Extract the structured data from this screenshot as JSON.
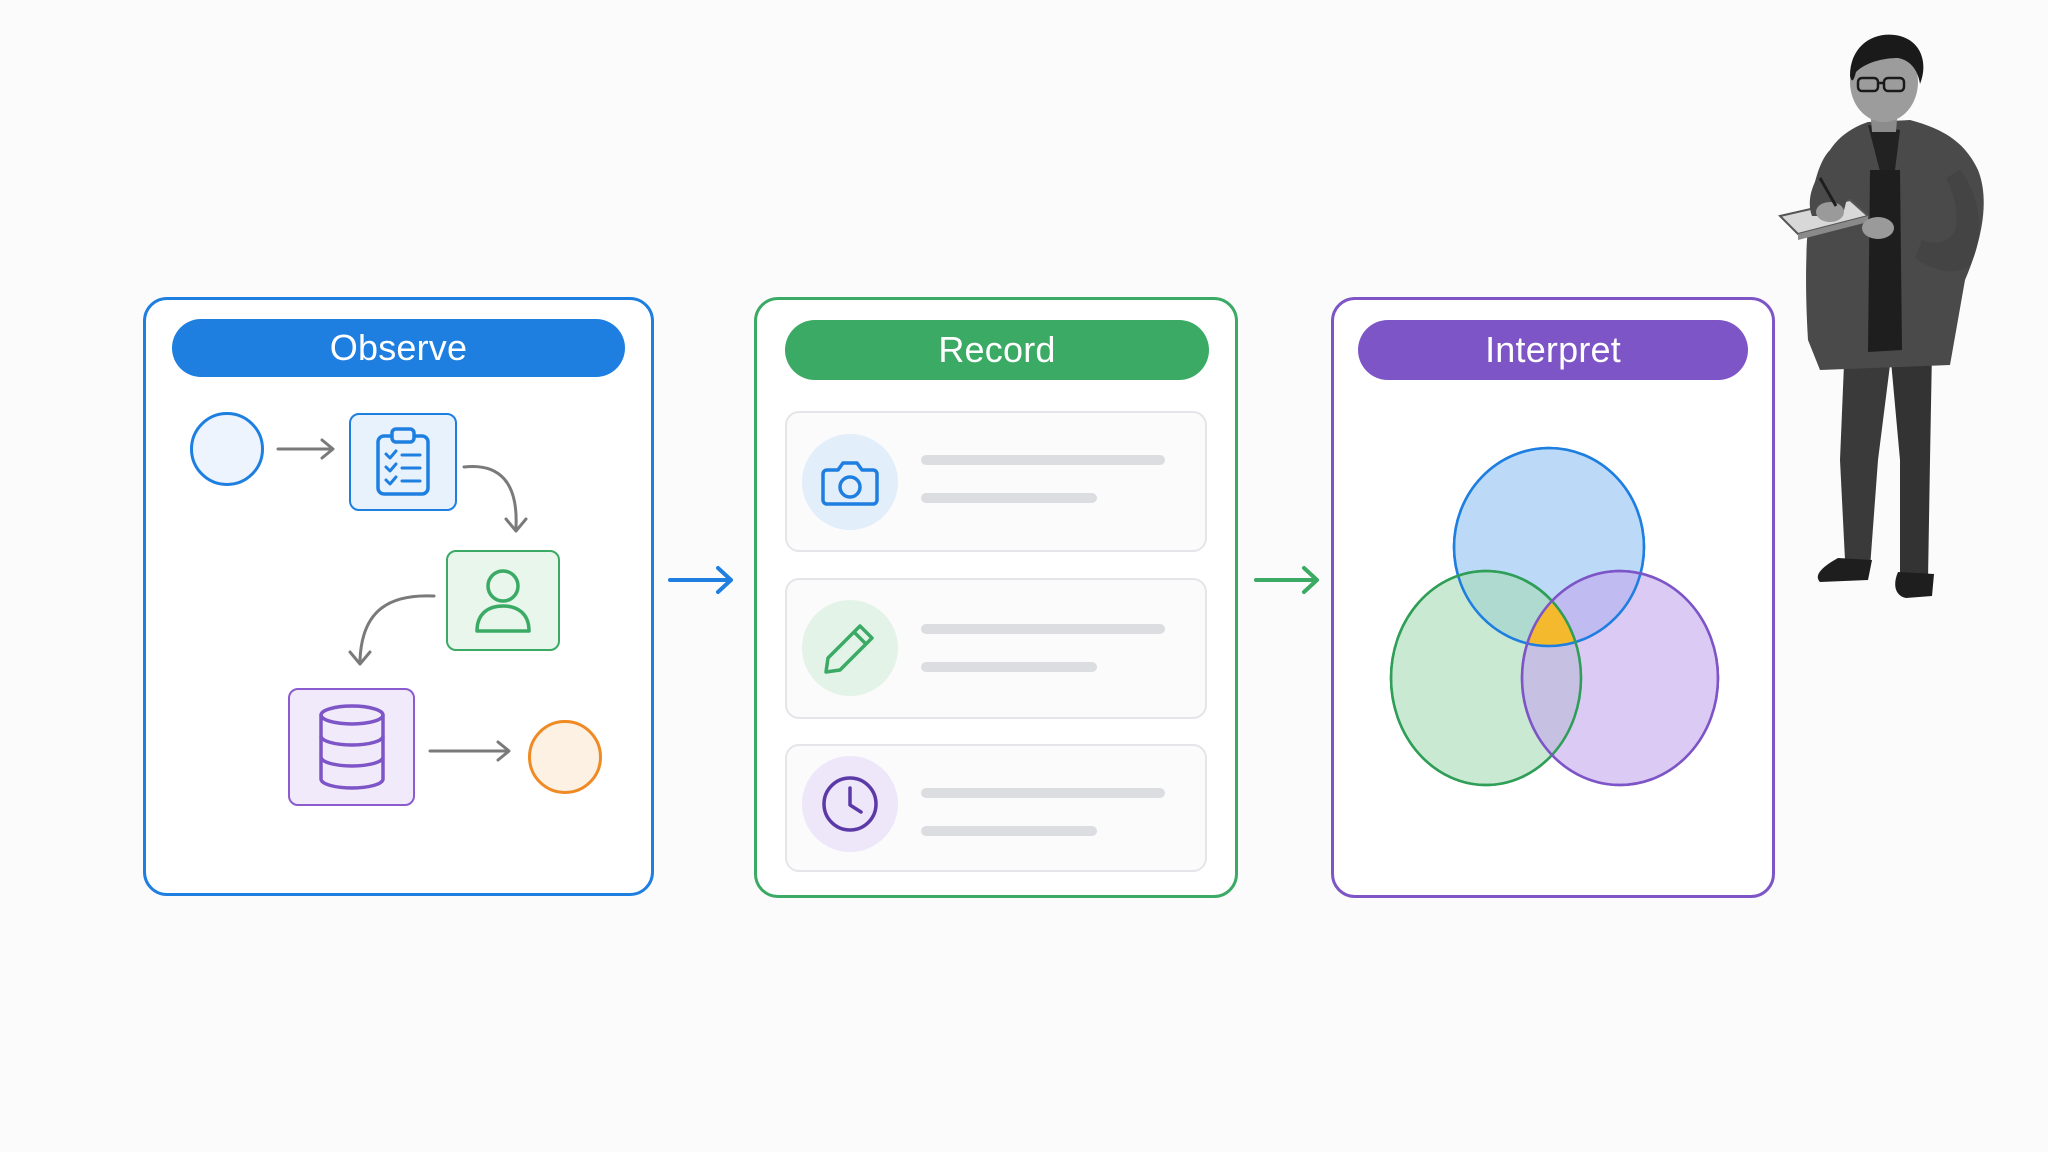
{
  "colors": {
    "observe": "#1e7fe0",
    "record": "#3aaa64",
    "interpret": "#7d55c7",
    "neutral": "#7a7a7a",
    "orange": "#f08a24",
    "yellow": "#f5b92e"
  },
  "stages": [
    {
      "title": "Observe",
      "color": "#1e7fe0",
      "flow_icons": [
        "start-circle",
        "clipboard-checklist-icon",
        "user-icon",
        "database-icon",
        "end-circle"
      ]
    },
    {
      "title": "Record",
      "color": "#3aaa64",
      "cards": [
        {
          "icon": "camera-icon"
        },
        {
          "icon": "pencil-icon"
        },
        {
          "icon": "clock-icon"
        }
      ]
    },
    {
      "title": "Interpret",
      "color": "#7d55c7",
      "venn_sets": [
        "blue",
        "green",
        "purple"
      ],
      "venn_overlap_highlight": "yellow"
    }
  ],
  "figure": {
    "description_icon": "person-with-notebook-photo"
  }
}
